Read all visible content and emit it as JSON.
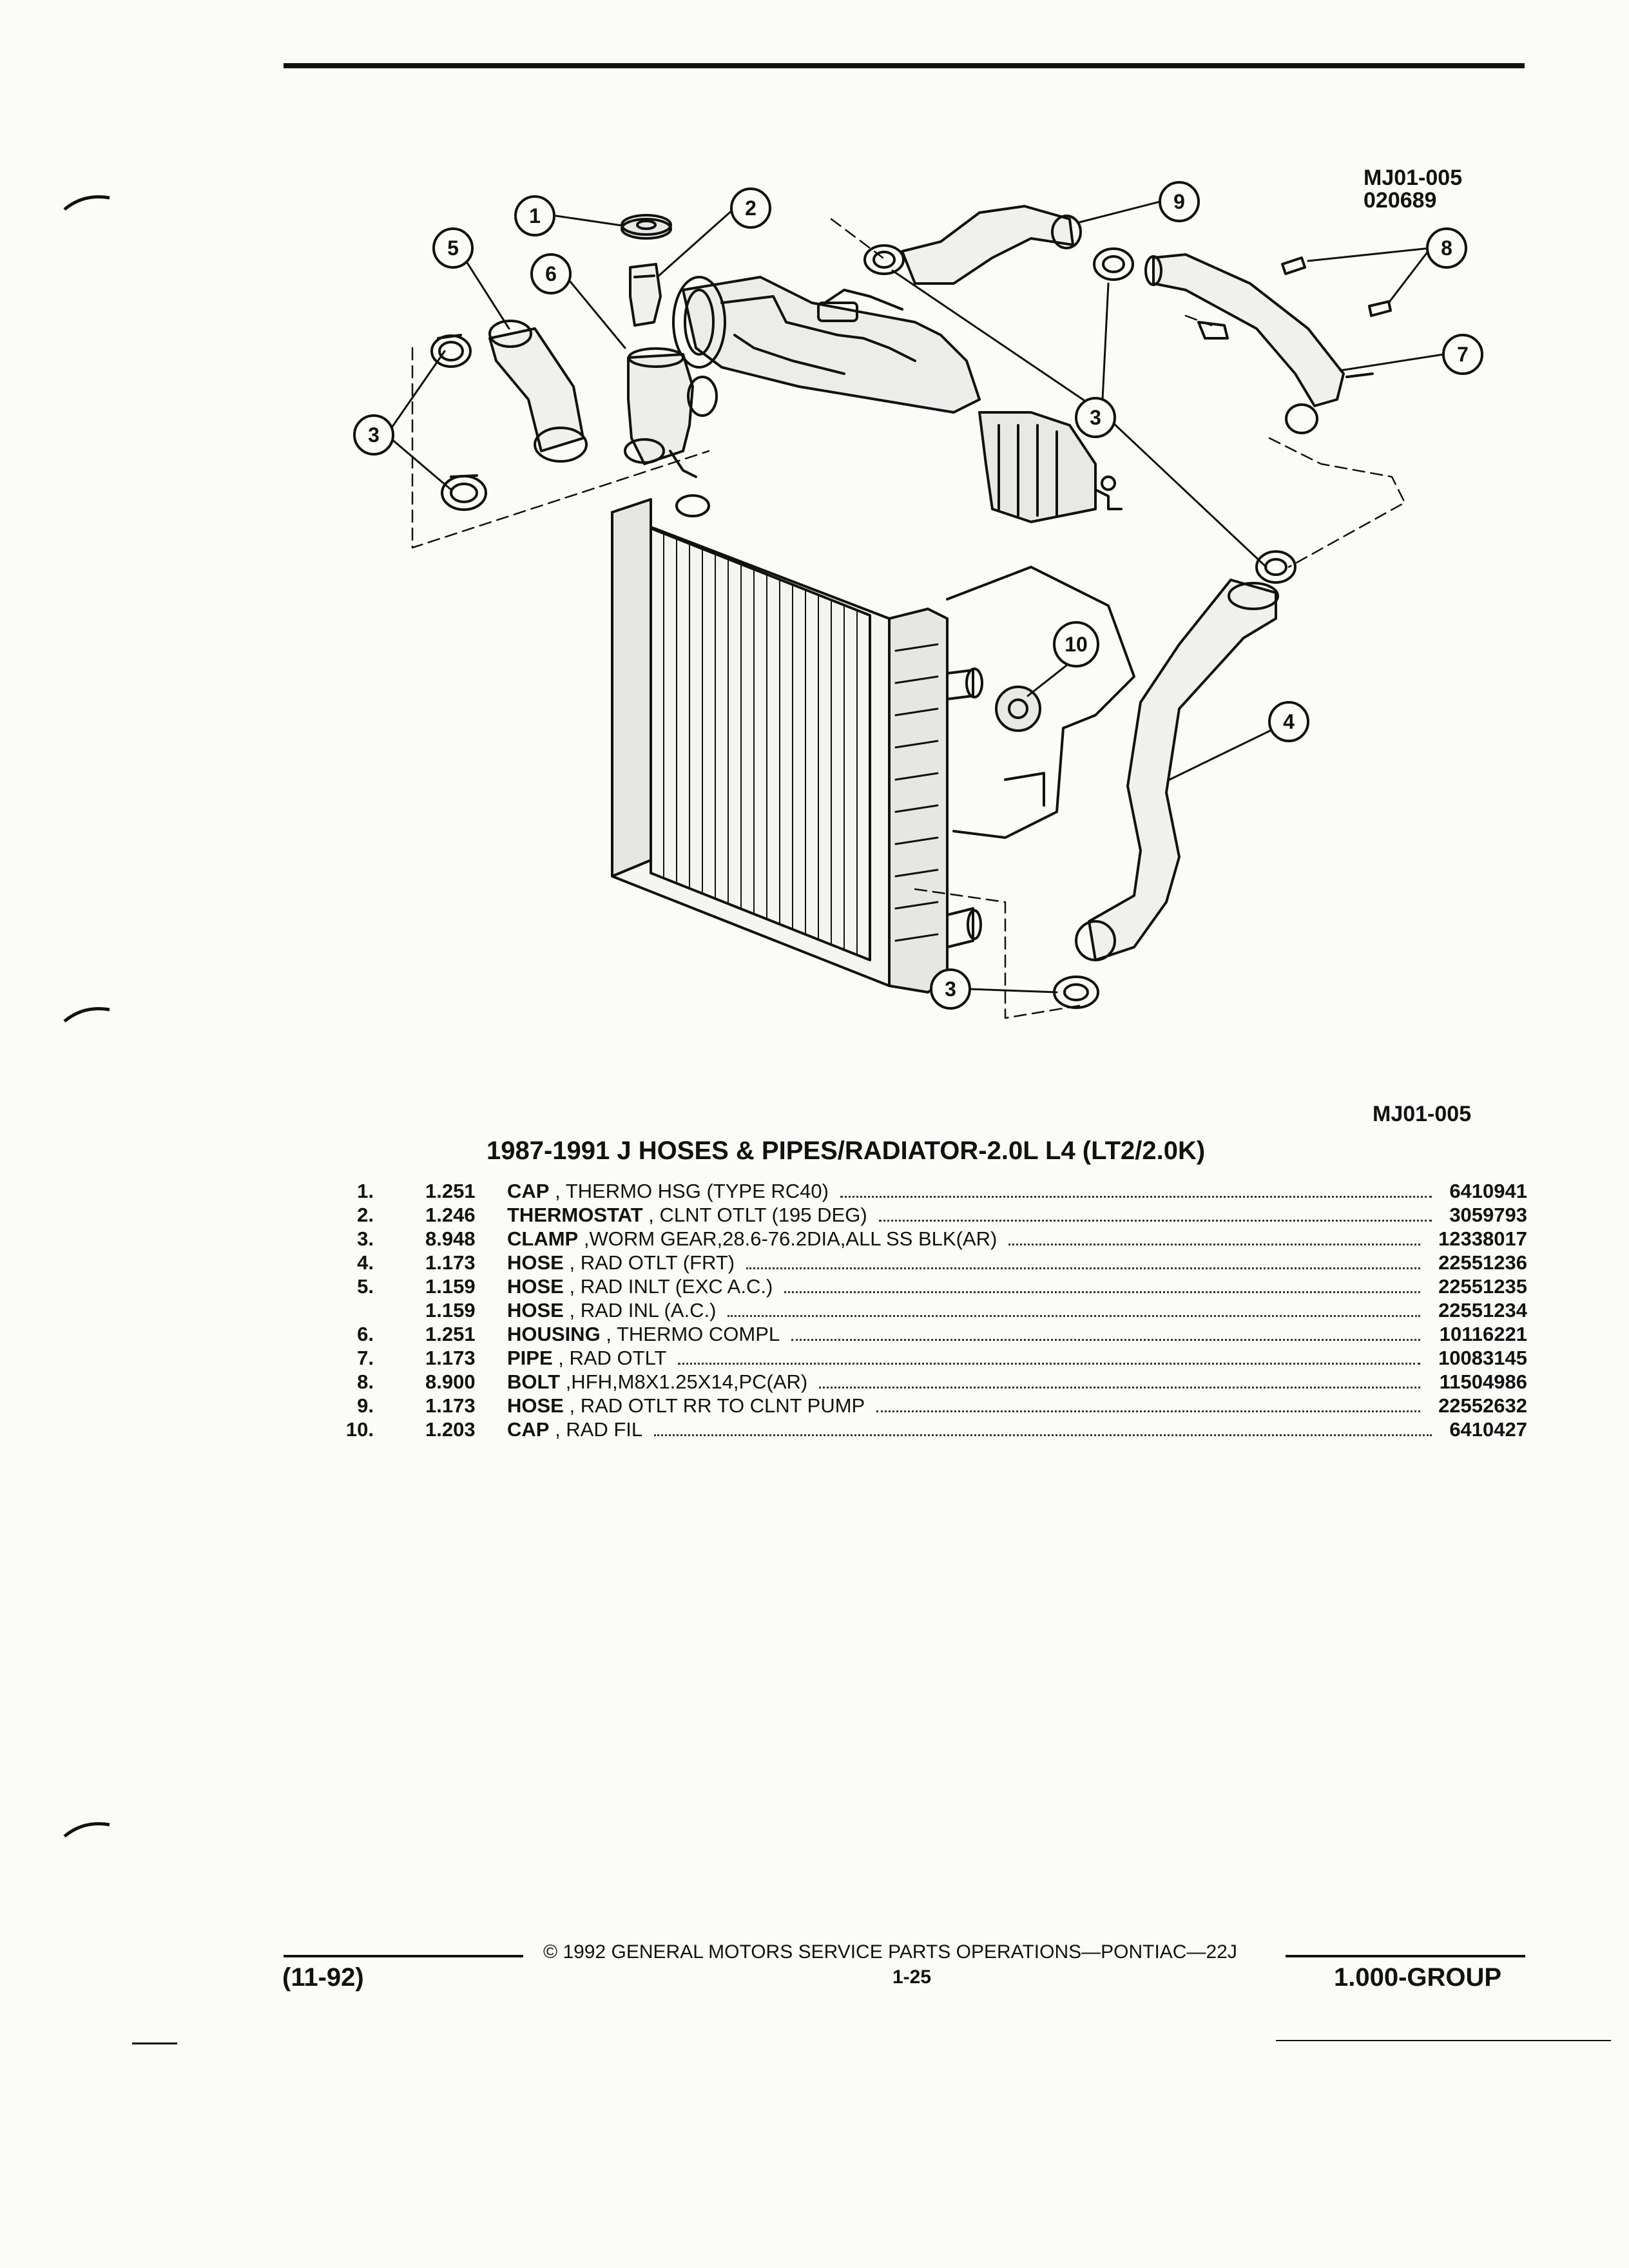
{
  "header": {
    "ref_top_line1": "MJ01-005",
    "ref_top_line2": "020689",
    "ref_bottom": "MJ01-005"
  },
  "diagram": {
    "callouts": [
      "1",
      "2",
      "3",
      "4",
      "5",
      "6",
      "7",
      "8",
      "9",
      "10"
    ]
  },
  "title": "1987-1991 J HOSES & PIPES/RADIATOR-2.0L L4 (LT2/2.0K)",
  "parts": [
    {
      "num": "1.",
      "group": "1.251",
      "name": "CAP",
      "detail": " , THERMO HSG (TYPE RC40)",
      "part_no": "6410941"
    },
    {
      "num": "2.",
      "group": "1.246",
      "name": "THERMOSTAT",
      "detail": " , CLNT OTLT (195 DEG)",
      "part_no": "3059793"
    },
    {
      "num": "3.",
      "group": "8.948",
      "name": "CLAMP",
      "detail": " ,WORM GEAR,28.6-76.2DIA,ALL SS BLK(AR)",
      "part_no": "12338017"
    },
    {
      "num": "4.",
      "group": "1.173",
      "name": "HOSE",
      "detail": " , RAD OTLT (FRT)",
      "part_no": "22551236"
    },
    {
      "num": "5.",
      "group": "1.159",
      "name": "HOSE",
      "detail": " , RAD INLT (EXC A.C.)",
      "part_no": "22551235"
    },
    {
      "num": "",
      "group": "1.159",
      "name": "HOSE",
      "detail": " , RAD INL (A.C.)",
      "part_no": "22551234"
    },
    {
      "num": "6.",
      "group": "1.251",
      "name": "HOUSING",
      "detail": " , THERMO COMPL",
      "part_no": "10116221"
    },
    {
      "num": "7.",
      "group": "1.173",
      "name": "PIPE",
      "detail": " , RAD OTLT",
      "part_no": "10083145"
    },
    {
      "num": "8.",
      "group": "8.900",
      "name": "BOLT",
      "detail": " ,HFH,M8X1.25X14,PC(AR)",
      "part_no": "11504986"
    },
    {
      "num": "9.",
      "group": "1.173",
      "name": "HOSE",
      "detail": " , RAD OTLT RR TO CLNT PUMP",
      "part_no": "22552632"
    },
    {
      "num": "10.",
      "group": "1.203",
      "name": "CAP",
      "detail": " , RAD FIL",
      "part_no": "6410427"
    }
  ],
  "footer": {
    "copyright": "© 1992 GENERAL MOTORS SERVICE PARTS OPERATIONS—PONTIAC—22J",
    "date_code": "(11-92)",
    "page": "1-25",
    "group": "1.000-GROUP"
  }
}
